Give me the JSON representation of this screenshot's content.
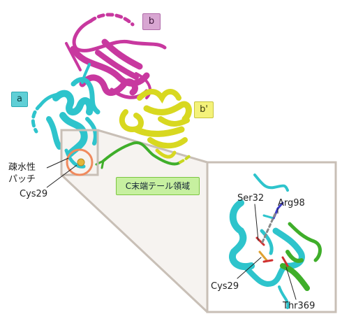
{
  "labels": {
    "domain_a": "a",
    "domain_b": "b",
    "domain_bp": "b'",
    "hydrophobic_line1": "疎水性",
    "hydrophobic_line2": "パッチ",
    "cys29_main": "Cys29",
    "ctail": "C末端テール領域",
    "ser32": "Ser32",
    "arg98": "Arg98",
    "cys29_inset": "Cys29",
    "thr369": "Thr369"
  },
  "colors": {
    "domain_a": "#2ec4cc",
    "domain_b": "#c8389f",
    "domain_bp": "#d8d820",
    "ctail": "#3fae2a",
    "inset_frame": "#c8bfb6",
    "highlight_circle": "#f08a5d"
  }
}
